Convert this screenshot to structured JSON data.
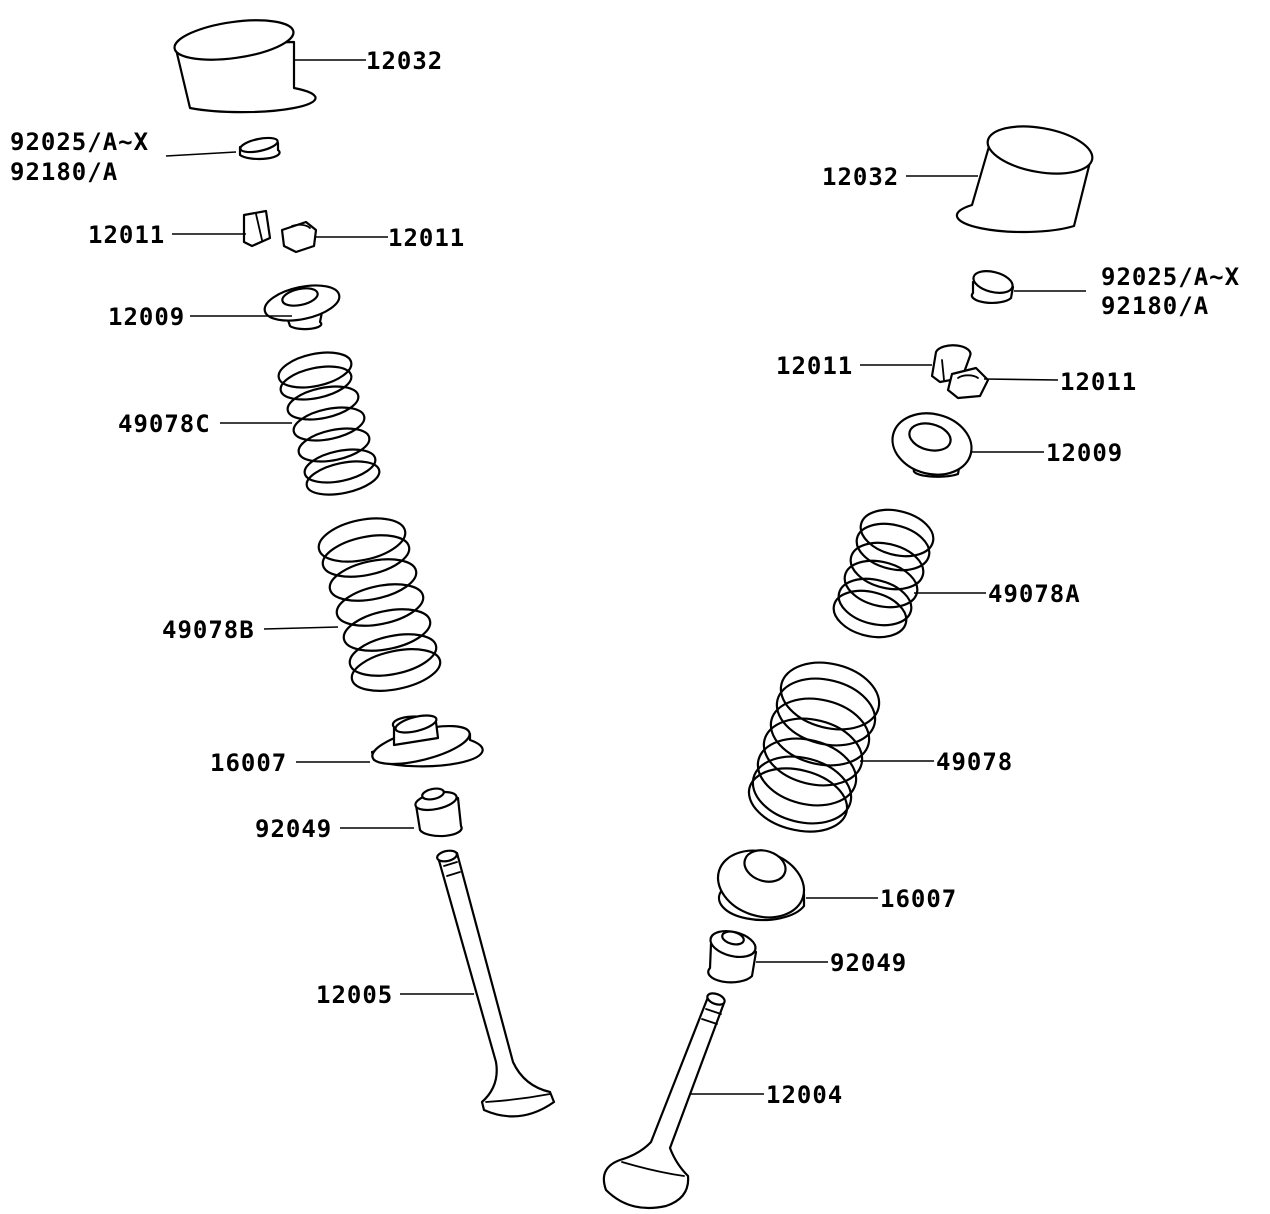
{
  "diagram": {
    "colors": {
      "line": "#000000",
      "background": "#ffffff"
    },
    "left_assembly": {
      "tappet": "12032",
      "shim": {
        "line1": "92025/A~X",
        "line2": "92180/A"
      },
      "cotter_left": "12011",
      "cotter_right": "12011",
      "retainer": "12009",
      "inner_spring": "49078C",
      "outer_spring": "49078B",
      "spring_seat": "16007",
      "stem_seal": "92049",
      "valve": "12005"
    },
    "right_assembly": {
      "tappet": "12032",
      "shim": {
        "line1": "92025/A~X",
        "line2": "92180/A"
      },
      "cotter_left": "12011",
      "cotter_right": "12011",
      "retainer": "12009",
      "inner_spring": "49078A",
      "outer_spring": "49078",
      "spring_seat": "16007",
      "stem_seal": "92049",
      "valve": "12004"
    }
  }
}
